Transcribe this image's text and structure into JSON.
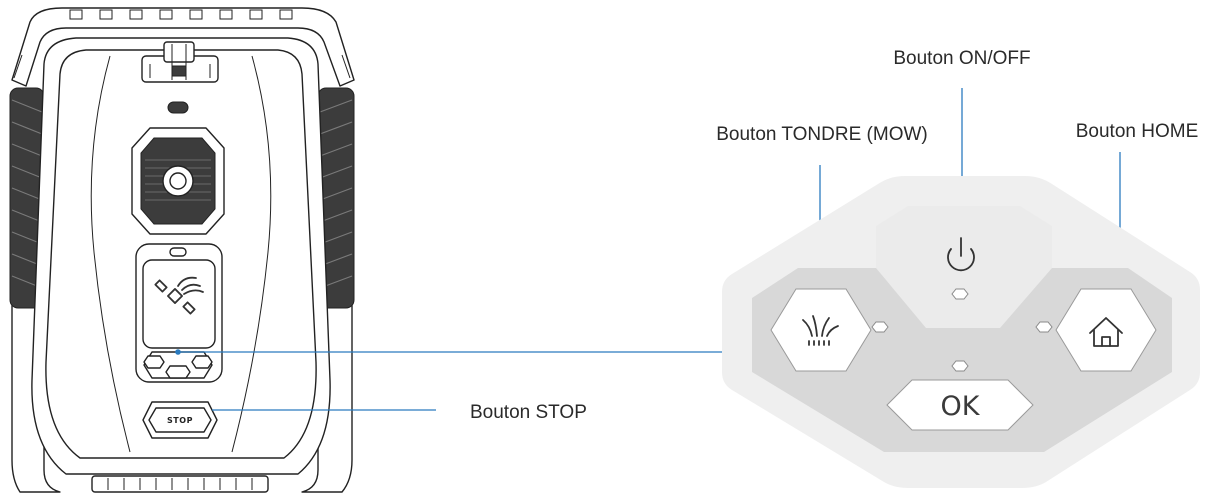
{
  "labels": {
    "on_off": "Bouton ON/OFF",
    "mow": "Bouton TONDRE (MOW)",
    "home": "Bouton HOME",
    "stop": "Bouton STOP"
  },
  "panel": {
    "ok_label": "OK",
    "icons": [
      "power-icon",
      "grass-icon",
      "home-icon"
    ]
  },
  "mower": {
    "stop_button_label": "STOP",
    "icons": [
      "satellite-icon",
      "camera-lens-icon"
    ]
  },
  "colors": {
    "leader_line": "#2b7bbf",
    "panel_outer": "#efefef",
    "panel_inner": "#d8d8d8",
    "panel_top": "#ebebeb"
  }
}
